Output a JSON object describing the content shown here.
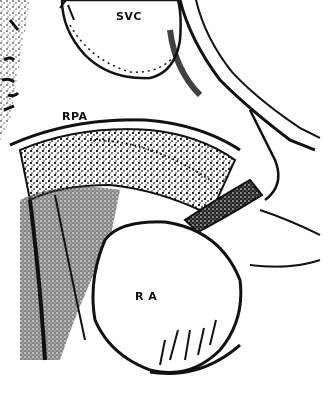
{
  "diagram": {
    "labels": {
      "svc": "SVC",
      "rpa": "RPA",
      "ra": "R A"
    },
    "colors": {
      "ink": "#111111",
      "paper": "#ffffff"
    }
  }
}
